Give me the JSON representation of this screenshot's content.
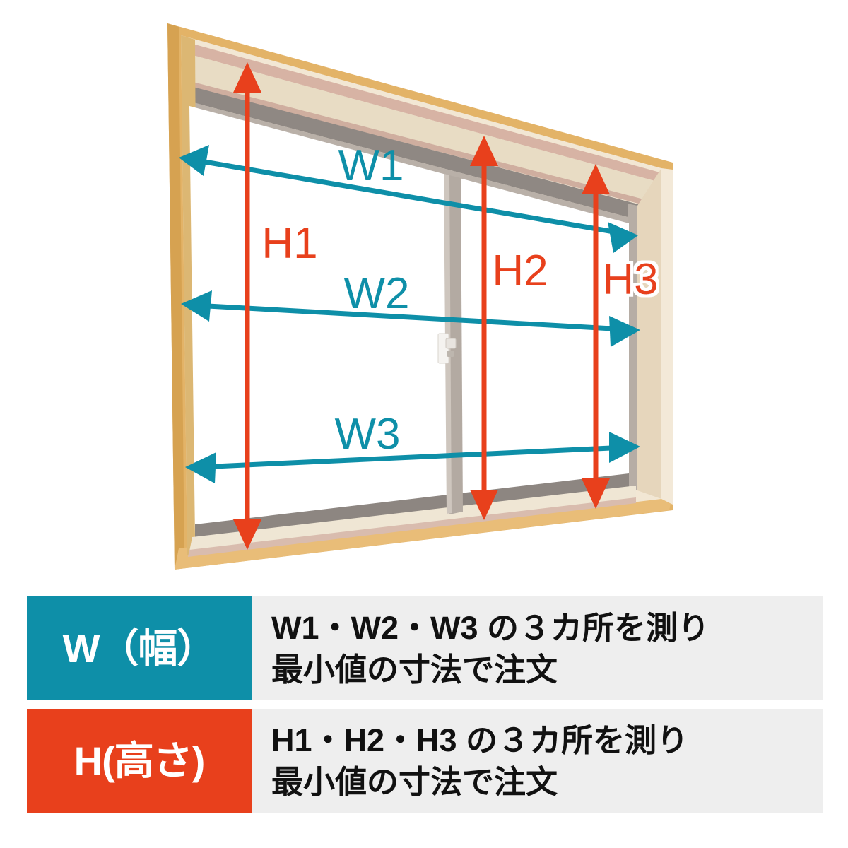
{
  "diagram": {
    "title_present": false,
    "type": "window-measurement-diagram",
    "colors": {
      "width_accent": "#0e8fa8",
      "height_accent": "#e8401c",
      "frame_outer": "#e3b367",
      "frame_outer_dark": "#d4a14f",
      "frame_jamb_light": "#f0e3cd",
      "frame_jamb_mid": "#e6d5bb",
      "frame_pink": "#d8b8a8",
      "sash_gray": "#8d8680",
      "sash_gray_light": "#b5aca4",
      "mullion": "#b0a79f",
      "glass": "#ffffff",
      "legend_panel_bg": "#eeeeee",
      "legend_text": "#111111"
    },
    "width_labels": [
      {
        "id": "W1",
        "text": "W1"
      },
      {
        "id": "W2",
        "text": "W2"
      },
      {
        "id": "W3",
        "text": "W3"
      }
    ],
    "height_labels": [
      {
        "id": "H1",
        "text": "H1"
      },
      {
        "id": "H2",
        "text": "H2"
      },
      {
        "id": "H3",
        "text": "H3"
      }
    ],
    "icon_names": [
      "window-frame-illustration",
      "sliding-window-lock-icon",
      "arrow-left-w1",
      "arrow-right-w1",
      "arrow-left-w2",
      "arrow-right-w2",
      "arrow-left-w3",
      "arrow-right-w3",
      "arrow-up-h1",
      "arrow-down-h1",
      "arrow-up-h2",
      "arrow-down-h2",
      "arrow-up-h3",
      "arrow-down-h3"
    ]
  },
  "legend": {
    "rows": [
      {
        "key": "W（幅）",
        "key_color": "#0e8fa8",
        "lines": [
          "W1・W2・W3 の３カ所を測り",
          "最小値の寸法で注文"
        ]
      },
      {
        "key": "H(高さ)",
        "key_color": "#e8401c",
        "lines": [
          "H1・H2・H3 の３カ所を測り",
          "最小値の寸法で注文"
        ]
      }
    ]
  }
}
